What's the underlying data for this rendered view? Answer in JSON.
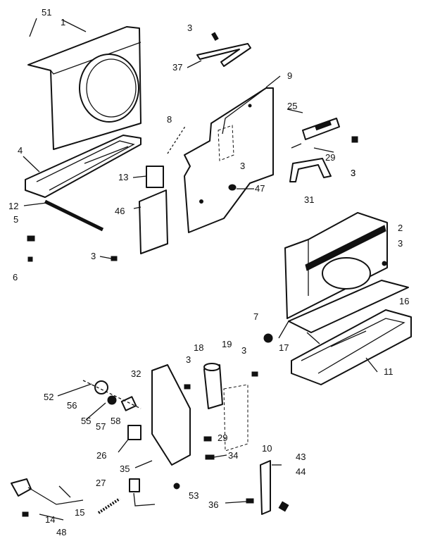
{
  "callouts": [
    "51",
    "1",
    "3",
    "37",
    "9",
    "25",
    "8",
    "29",
    "3",
    "4",
    "13",
    "3",
    "47",
    "3",
    "31",
    "12",
    "46",
    "5",
    "3",
    "6",
    "2",
    "3",
    "7",
    "16",
    "17",
    "11",
    "18",
    "19",
    "3",
    "3",
    "32",
    "52",
    "56",
    "55",
    "57",
    "58",
    "29",
    "10",
    "26",
    "34",
    "35",
    "43",
    "44",
    "27",
    "53",
    "36",
    "15",
    "14",
    "48"
  ]
}
